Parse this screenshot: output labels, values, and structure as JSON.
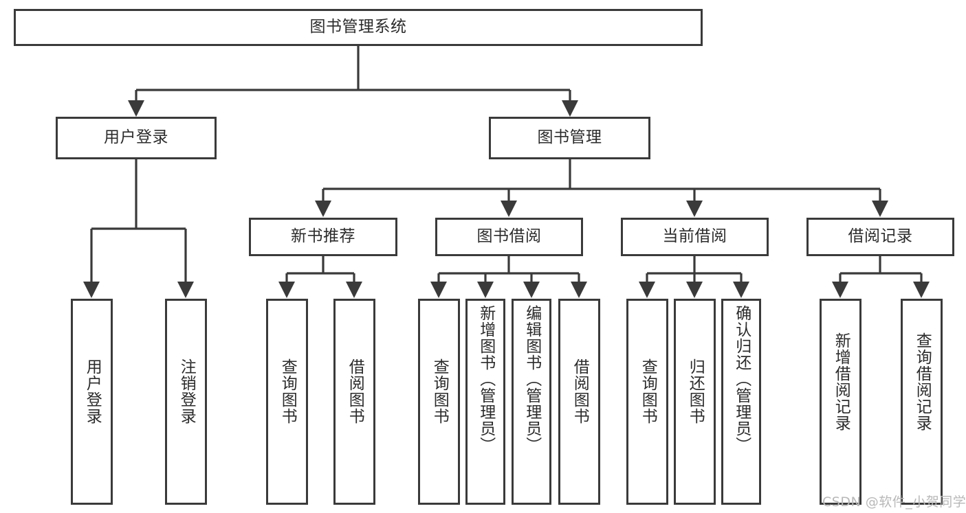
{
  "diagram": {
    "type": "tree-hierarchy",
    "title": "图书管理系统",
    "watermark": "CSDN @软件_小贺同学",
    "colors": {
      "stroke": "#3a3a3a",
      "fill": "#ffffff",
      "text": "#2b2b2b",
      "watermark": "#b8b8b8"
    },
    "nodes": {
      "root": {
        "label": "图书管理系统"
      },
      "level2": [
        {
          "id": "user-login",
          "label": "用户登录"
        },
        {
          "id": "book-manage",
          "label": "图书管理"
        }
      ],
      "level3": [
        {
          "id": "new-book-recommend",
          "label": "新书推荐"
        },
        {
          "id": "book-borrow",
          "label": "图书借阅"
        },
        {
          "id": "current-borrow",
          "label": "当前借阅"
        },
        {
          "id": "borrow-record",
          "label": "借阅记录"
        }
      ],
      "leaves": {
        "user_login": [
          {
            "id": "leaf-user-login",
            "label": "用户登录"
          },
          {
            "id": "leaf-logout-login",
            "label": "注销登录"
          }
        ],
        "new_book_recommend": [
          {
            "id": "leaf-query-book-1",
            "label": "查询图书"
          },
          {
            "id": "leaf-borrow-book-1",
            "label": "借阅图书"
          }
        ],
        "book_borrow": [
          {
            "id": "leaf-query-book-2",
            "label": "查询图书"
          },
          {
            "id": "leaf-add-book",
            "label": "新增图书（管理员）"
          },
          {
            "id": "leaf-edit-book",
            "label": "编辑图书（管理员）"
          },
          {
            "id": "leaf-borrow-book-2",
            "label": "借阅图书"
          }
        ],
        "current_borrow": [
          {
            "id": "leaf-query-book-3",
            "label": "查询图书"
          },
          {
            "id": "leaf-return-book",
            "label": "归还图书"
          },
          {
            "id": "leaf-confirm-return",
            "label": "确认归还（管理员）"
          }
        ],
        "borrow_record": [
          {
            "id": "leaf-add-record",
            "label": "新增借阅记录"
          },
          {
            "id": "leaf-query-record",
            "label": "查询借阅记录"
          }
        ]
      }
    }
  }
}
